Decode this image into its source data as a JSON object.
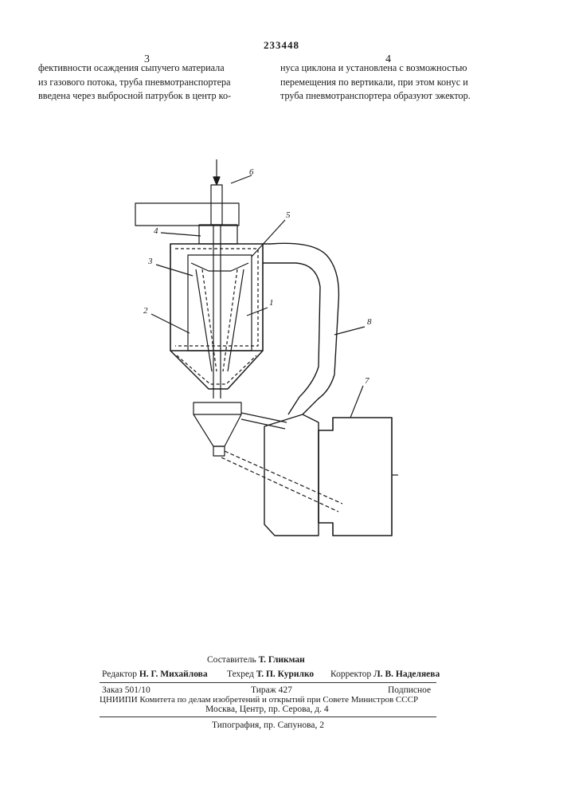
{
  "header": {
    "patent_number": "233448",
    "col_left_number": "3",
    "col_right_number": "4"
  },
  "text": {
    "left_lines": [
      "фективности осаждения сыпучего материала",
      "из газового потока, труба пневмотранспортера",
      "введена через выбросной патрубок в центр ко-"
    ],
    "right_lines": [
      "нуса циклона и установлена с возможностью",
      "перемещения по вертикали, при этом конус и",
      "труба пневмотранспортера образуют эжектор."
    ]
  },
  "figure": {
    "labels": [
      "1",
      "2",
      "3",
      "4",
      "5",
      "6",
      "7",
      "8"
    ]
  },
  "footer": {
    "compiler_label": "Составитель",
    "compiler_name": "Т. Гликман",
    "editor_label": "Редактор",
    "editor_name": "Н. Г. Михайлова",
    "techred_label": "Техред",
    "techred_name": "Т. П. Курилко",
    "corrector_label": "Корректор",
    "corrector_name": "Л. В. Наделяева",
    "order": "Заказ 501/10",
    "circulation": "Тираж 427",
    "subscription": "Подписное",
    "org_line1": "ЦНИИПИ Комитета по делам изобретений и открытий при Совете Министров СССР",
    "org_line2": "Москва, Центр, пр. Серова, д. 4",
    "printing": "Типография, пр. Сапунова, 2"
  }
}
